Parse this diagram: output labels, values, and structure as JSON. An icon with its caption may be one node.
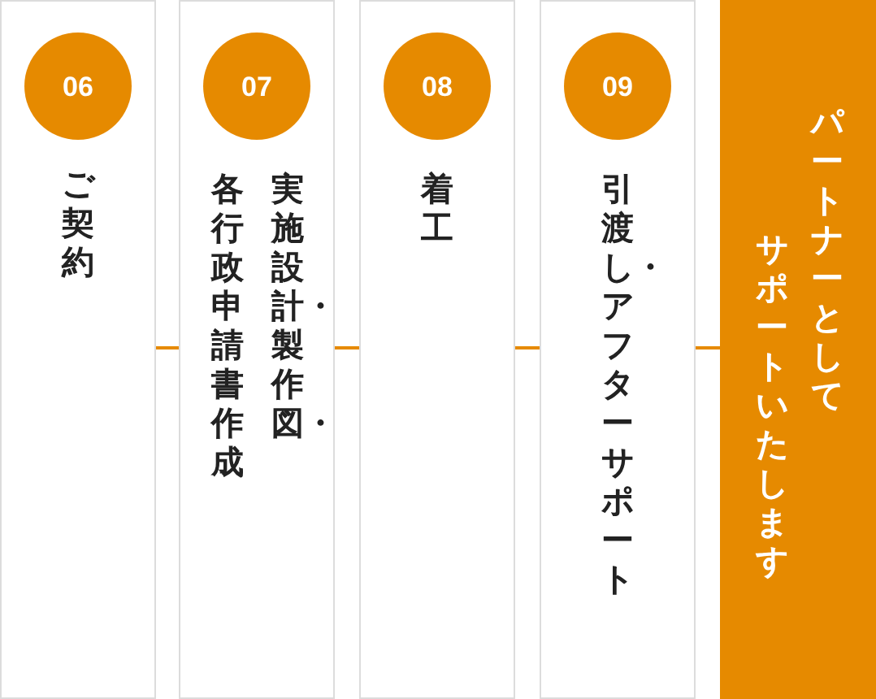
{
  "diagram": {
    "nodes": [
      {
        "text": [
          "ご契約"
        ]
      },
      {
        "text": [
          "06"
        ],
        "in": 0
      },
      {
        "text": [
          "実施設計・製作図・各行政申請書作成"
        ]
      },
      {
        "text": [
          "07"
        ],
        "in": 2
      },
      {
        "text": [
          "着工"
        ]
      },
      {
        "text": [
          "08"
        ],
        "in": 4
      },
      {
        "text": [
          "引渡し・アフターサポート"
        ]
      },
      {
        "text": [
          "09"
        ],
        "in": 6
      },
      {
        "text": [
          "パートナーとしてサポートいたします"
        ]
      }
    ],
    "edges": [
      {
        "from": 0,
        "to": 2,
        "arrow": "none"
      },
      {
        "from": 2,
        "to": 4,
        "arrow": "none"
      },
      {
        "from": 4,
        "to": 6,
        "arrow": "none"
      },
      {
        "from": 6,
        "to": 8,
        "arrow": "none"
      }
    ]
  }
}
